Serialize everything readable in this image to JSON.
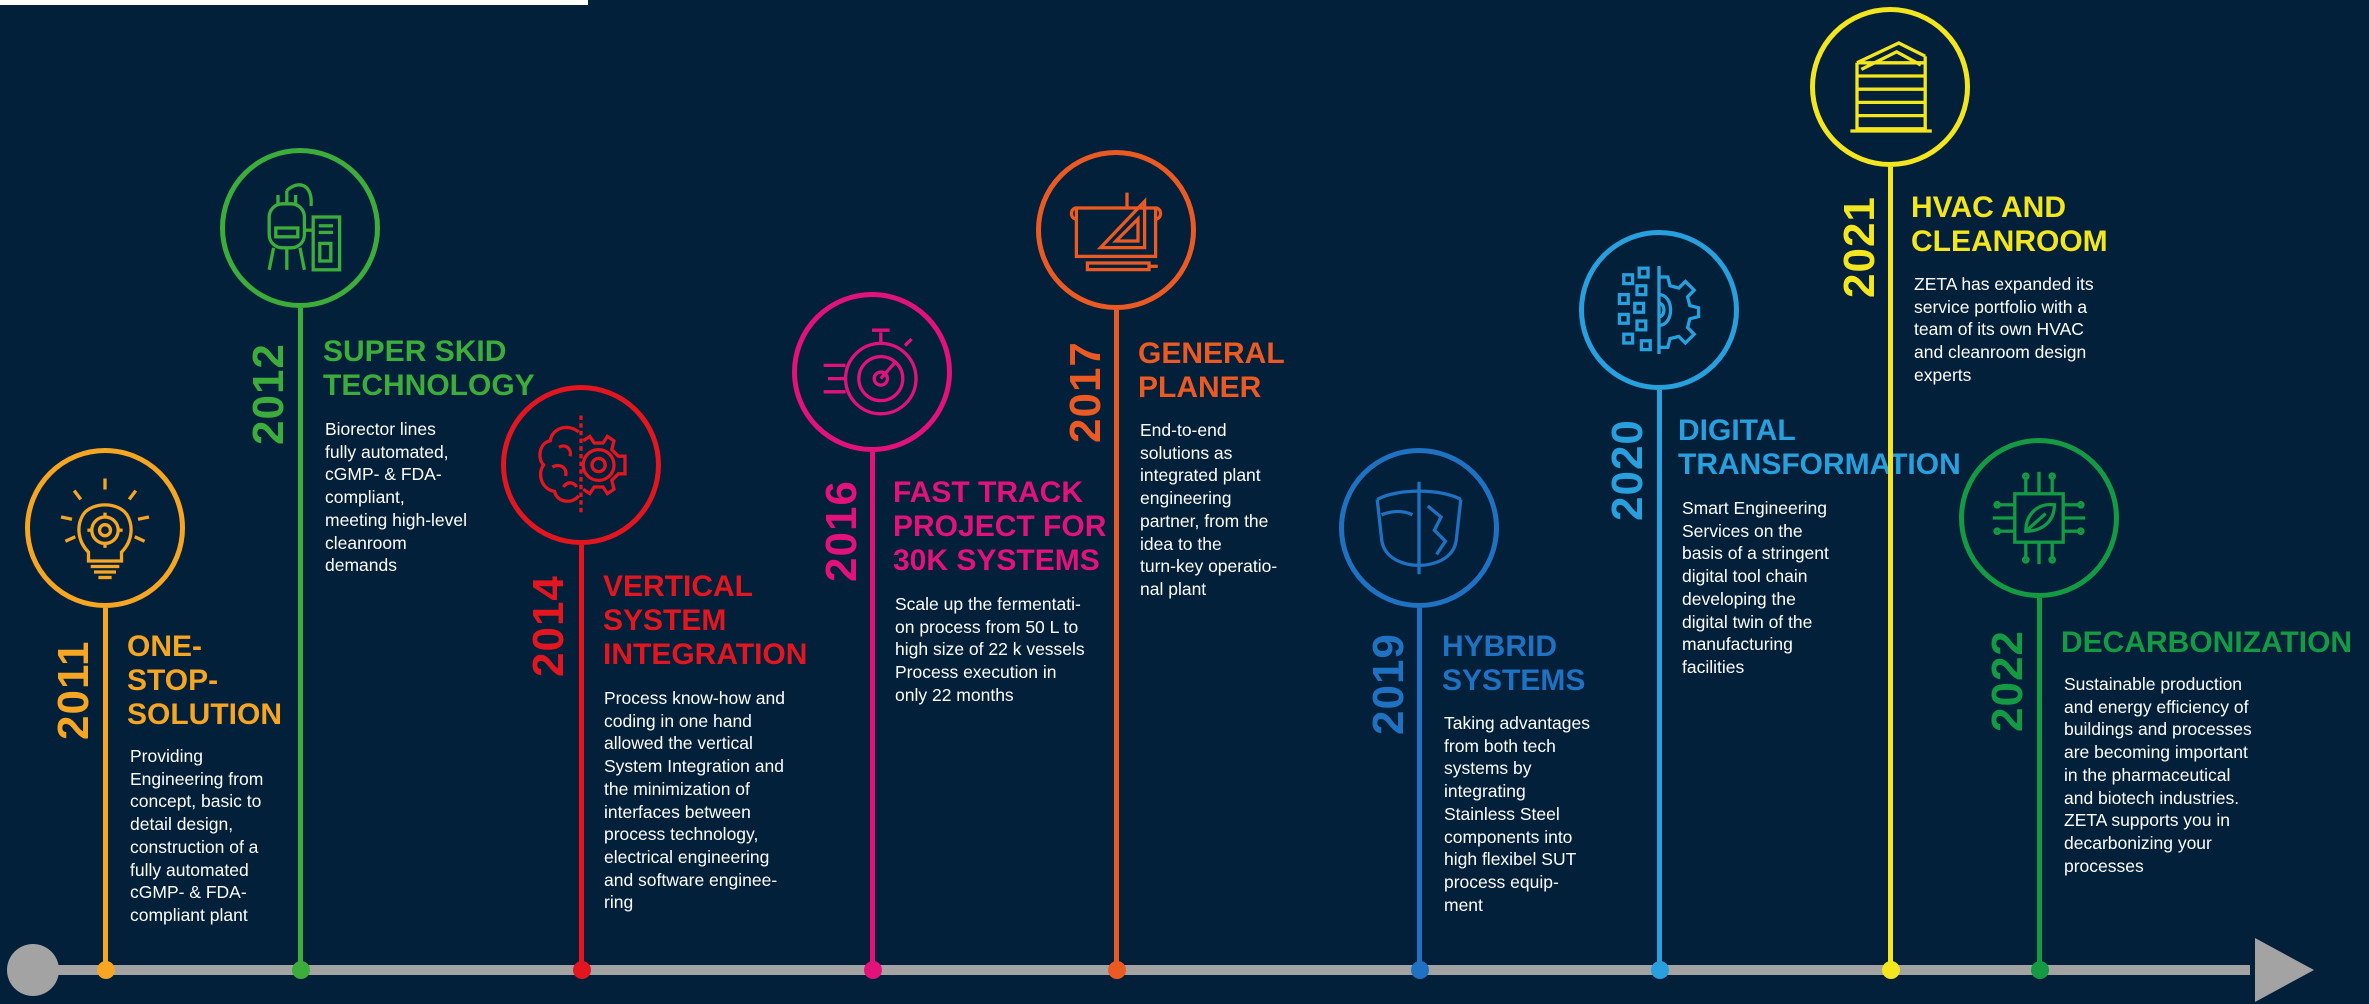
{
  "milestones": [
    {
      "year": "2011",
      "title": "ONE-\nSTOP-\nSOLUTION",
      "description": "Providing\nEngineering from\nconcept, basic to\ndetail design,\nconstruction of a\nfully automated\ncGMP- & FDA-\ncompliant plant",
      "color": "#f6a623",
      "icon": "lightbulb-gear-icon"
    },
    {
      "year": "2012",
      "title": "SUPER SKID\nTECHNOLOGY",
      "description": "Biorector lines\nfully automated,\ncGMP- & FDA-\ncompliant,\nmeeting high-level\ncleanroom\ndemands",
      "color": "#3cac3a",
      "icon": "bioreactor-skid-icon"
    },
    {
      "year": "2014",
      "title": "VERTICAL\nSYSTEM\nINTEGRATION",
      "description": "Process know-how and\ncoding in one hand\nallowed the vertical\nSystem Integration and\nthe minimization of\ninterfaces between\nprocess technology,\nelectrical engineering\nand software enginee-\nring",
      "color": "#e3161f",
      "icon": "brain-gear-icon"
    },
    {
      "year": "2016",
      "title": "FAST TRACK\nPROJECT FOR\n30K SYSTEMS",
      "description": "Scale up the fermentati-\non process from 50 L to\nhigh size of 22 k vessels\nProcess execution in\nonly 22 months",
      "color": "#e2127a",
      "icon": "stopwatch-icon"
    },
    {
      "year": "2017",
      "title": "GENERAL\nPLANER",
      "description": "End-to-end\nsolutions as\nintegrated plant\nengineering\npartner, from the\nidea to the\nturn-key operatio-\nnal plant",
      "color": "#ec5a24",
      "icon": "blueprint-ruler-icon"
    },
    {
      "year": "2019",
      "title": "HYBRID\nSYSTEMS",
      "description": "Taking advantages\nfrom both tech\nsystems by\nintegrating\nStainless Steel\ncomponents into\nhigh flexibel SUT\nprocess equip-\nment",
      "color": "#1f71c1",
      "icon": "hybrid-vessel-icon"
    },
    {
      "year": "2020",
      "title": "DIGITAL\nTRANSFORMATION",
      "description": "Smart Engineering\nServices on the\nbasis of a stringent\ndigital tool chain\ndeveloping the\ndigital twin of the\nmanufacturing\nfacilities",
      "color": "#28a0dd",
      "icon": "digital-gear-icon"
    },
    {
      "year": "2021",
      "title": "HVAC AND\nCLEANROOM",
      "description": "ZETA has expanded its\nservice portfolio with a\nteam of its own HVAC\nand cleanroom design\nexperts",
      "color": "#f4e61e",
      "icon": "building-icon"
    },
    {
      "year": "2022",
      "title": "DECARBONIZATION",
      "description": "Sustainable production\nand energy efficiency of\nbuildings and processes\nare becoming important\nin the pharmaceutical\nand biotech industries.\nZETA supports you in\ndecarbonizing your\nprocesses",
      "color": "#139a43",
      "icon": "eco-chip-icon"
    }
  ]
}
